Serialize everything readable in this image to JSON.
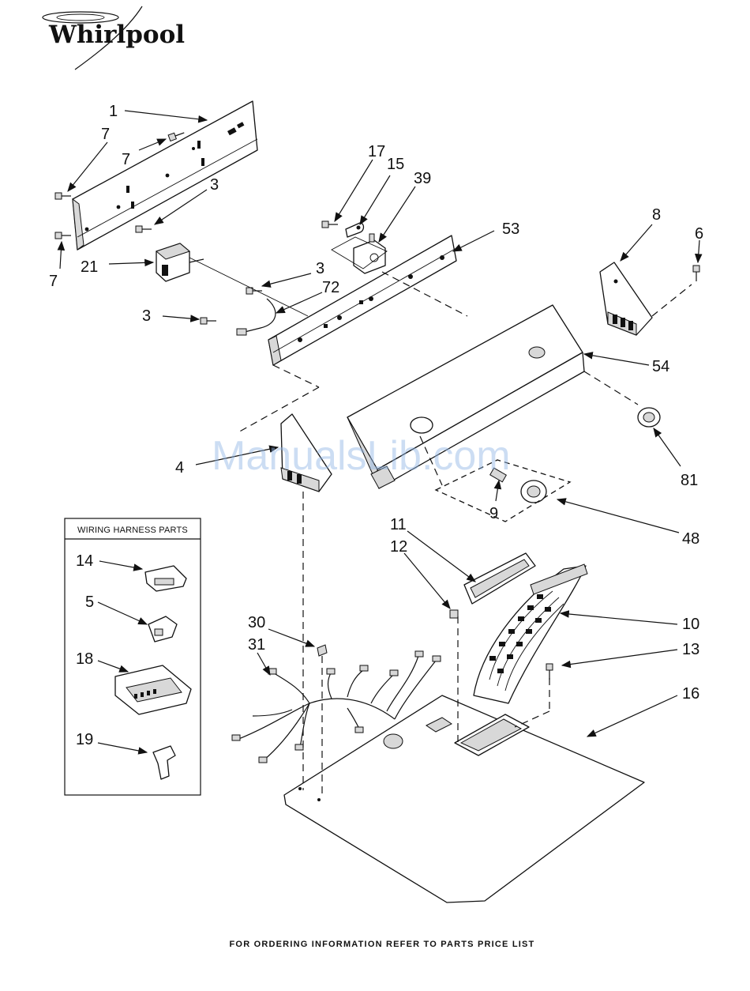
{
  "brand": {
    "name": "Whirlpool"
  },
  "watermark": "ManualsLib.com",
  "footer": "FOR ORDERING INFORMATION REFER TO PARTS PRICE LIST",
  "inset": {
    "title": "WIRING HARNESS PARTS"
  },
  "callouts": {
    "c1": "1",
    "c7a": "7",
    "c7b": "7",
    "c7c": "7",
    "c3a": "3",
    "c21": "21",
    "c3b": "3",
    "c72": "72",
    "c3c": "3",
    "c17": "17",
    "c15": "15",
    "c39": "39",
    "c53": "53",
    "c8": "8",
    "c6": "6",
    "c54": "54",
    "c81": "81",
    "c4": "4",
    "c9": "9",
    "c48": "48",
    "c11": "11",
    "c12": "12",
    "c10": "10",
    "c13": "13",
    "c16": "16",
    "c30": "30",
    "c31": "31",
    "c14": "14",
    "c5": "5",
    "c18": "18",
    "c19": "19"
  }
}
